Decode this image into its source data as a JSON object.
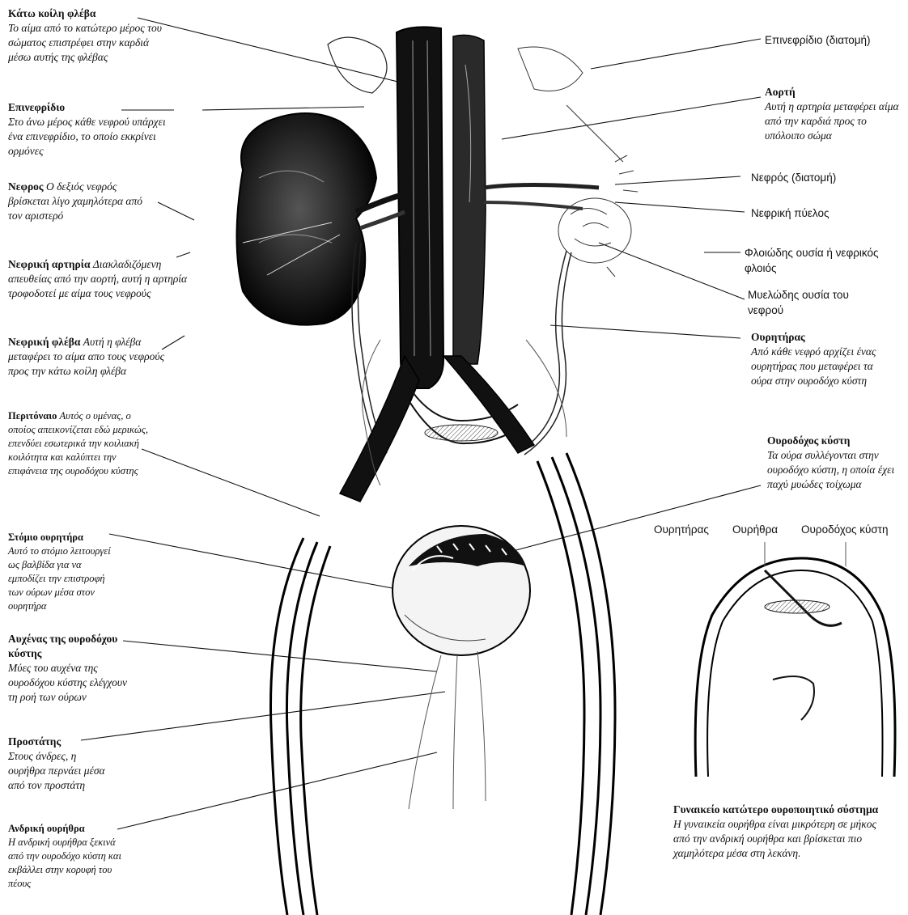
{
  "left_labels": [
    {
      "title": "Κάτω κοίλη φλέβα",
      "desc": "Το αίμα από το κατώτερο μέρος του σώματος επιστρέφει στην καρδιά μέσω αυτής της φλέβας"
    },
    {
      "title": "Επινεφρίδιο",
      "desc": "Στο άνω μέρος κάθε νεφρού υπάρχει ένα επινεφρίδιο, το οποίο εκκρίνει ορμόνες"
    },
    {
      "title": "Νεφρος",
      "desc": "Ο δεξιός νεφρός βρίσκεται λίγο χαμηλότερα από τον αριστερό"
    },
    {
      "title": "Νεφρική αρτηρία",
      "desc": "Διακλαδιζόμενη απευθείας από την αορτή, αυτή η αρτηρία τροφοδοτεί με αίμα τους νεφρούς"
    },
    {
      "title": "Νεφρική φλέβα",
      "desc": "Αυτή η φλέβα μεταφέρει το αίμα απο τους νεφρούς προς την κάτω κοίλη φλέβα"
    },
    {
      "title": "Περιτόναιο",
      "desc": "Αυτός ο υμένας, ο οποίος απεικονίζεται εδώ μερικώς, επενδύει εσωτερικά την κοιλιακή κοιλότητα και καλύπτει την επιφάνεια της ουροδόχου κύστης"
    },
    {
      "title": "Στόμιο ουρητήρα",
      "desc": "Αυτό το στόμιο λειτουργεί ως βαλβίδα για να εμποδίζει την επιστροφή των ούρων μέσα στον ουρητήρα"
    },
    {
      "title": "Αυχένας της ουροδόχου κύστης",
      "desc": "Μύες του αυχένα της ουροδόχου κύστης ελέγχουν τη ροή των ούρων"
    },
    {
      "title": "Προστάτης",
      "desc": "Στους άνδρες, η ουρήθρα περνάει μέσα από τον προστάτη"
    },
    {
      "title": "Ανδρική ουρήθρα",
      "desc": "Η ανδρική ουρήθρα ξεκινά από την ουροδόχο κύστη και εκβάλλει στην κορυφή του πέους"
    }
  ],
  "right_labels": [
    {
      "title": "",
      "desc": "Επινεφρίδιο (διατομή)"
    },
    {
      "title": "Αορτή",
      "desc": "Αυτή η αρτηρία μεταφέρει αίμα από την καρδιά προς το υπόλοιπο σώμα"
    },
    {
      "title": "",
      "desc": "Νεφρός (διατομή)"
    },
    {
      "title": "",
      "desc": "Νεφρική πύελος"
    },
    {
      "title": "",
      "desc": "Φλοιώδης ουσία ή νεφρικός φλοιός"
    },
    {
      "title": "",
      "desc": "Μυελώδης ουσία του νεφρού"
    },
    {
      "title": "Ουρητήρας",
      "desc": "Από κάθε νεφρό αρχίζει ένας ουρητήρας που μεταφέρει τα ούρα στην ουροδόχο κύστη"
    },
    {
      "title": "Ουροδόχος κύστη",
      "desc": "Τα ούρα συλλέγονται στην ουροδόχο κύστη, η οποία έχει παχύ μυώδες τοίχωμα"
    }
  ],
  "inset": {
    "labels": [
      "Ουρητήρας",
      "Ουρήθρα",
      "Ουροδόχος κύστη"
    ],
    "title": "Γυναικείο κατώτερο ουροποιητικό σύστημα",
    "desc": "Η γυναικεία ουρήθρα είναι μικρότερη σε μήκος από την ανδρική ουρήθρα και βρίσκεται πιο χαμηλότερα μέσα στη λεκάνη."
  }
}
